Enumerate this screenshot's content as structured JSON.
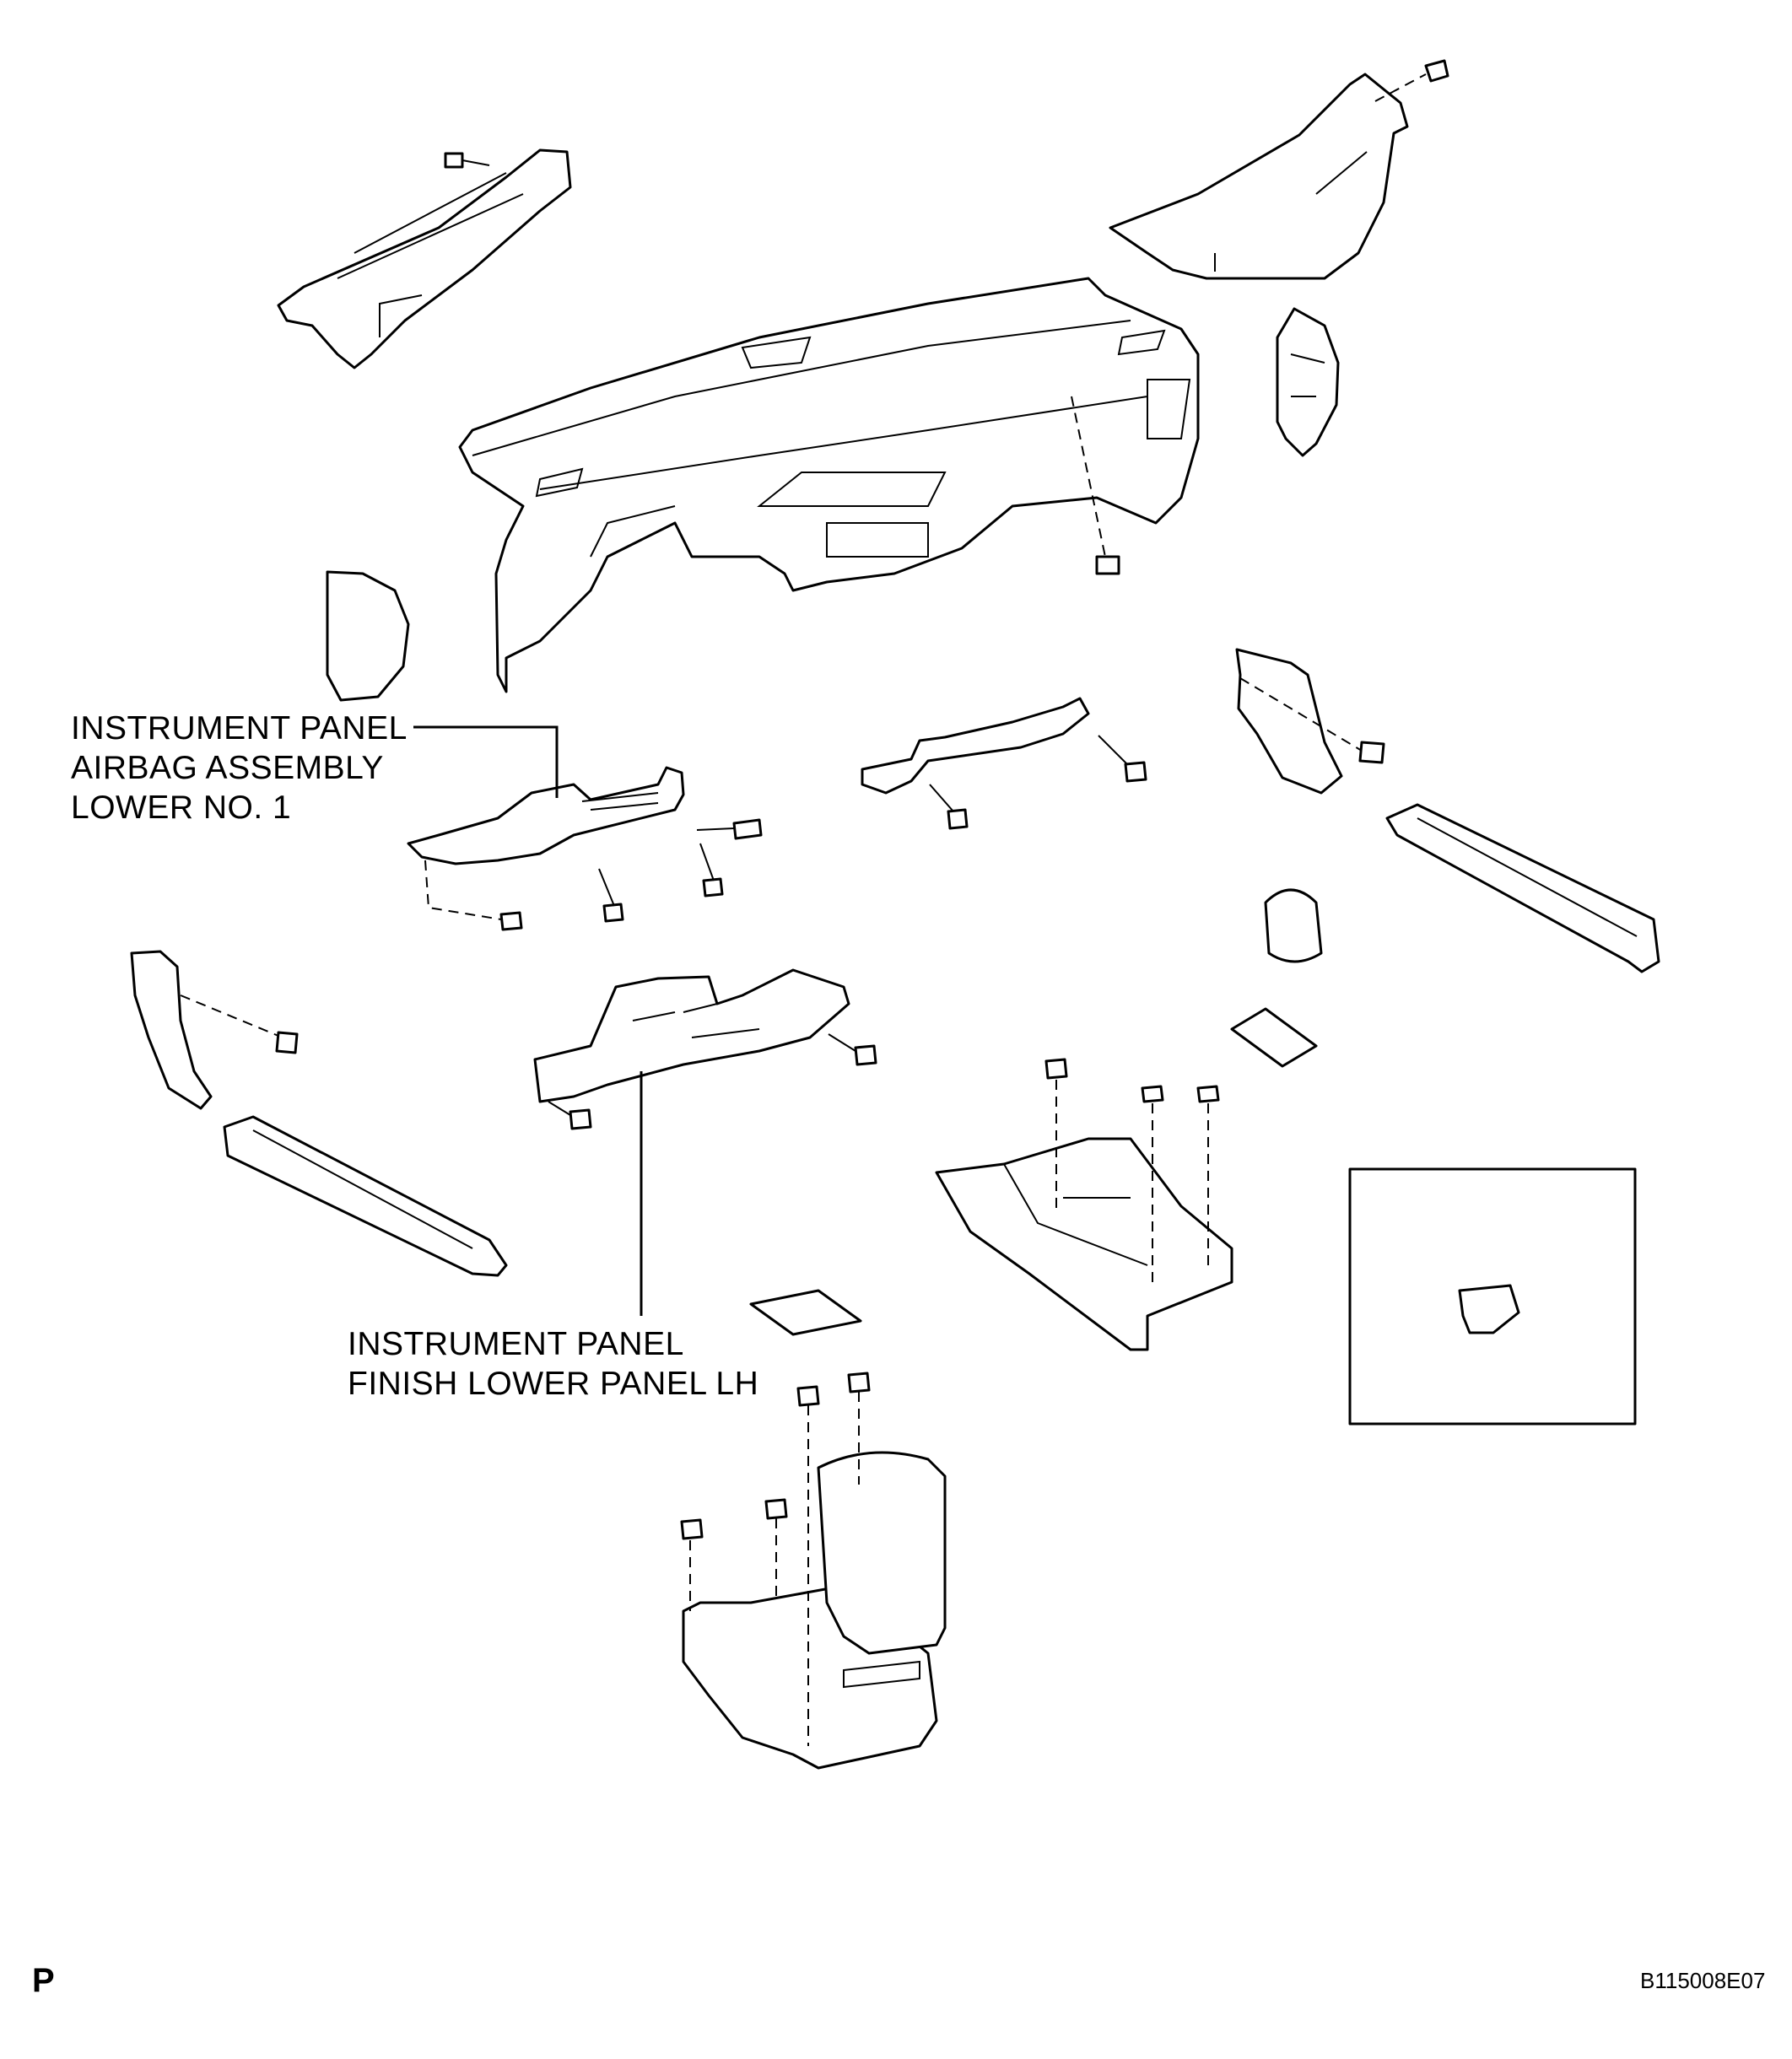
{
  "labels": {
    "airbag_lower": [
      "INSTRUMENT PANEL",
      "AIRBAG ASSEMBLY",
      "LOWER NO. 1"
    ],
    "finish_lower_lh": [
      "INSTRUMENT PANEL",
      "FINISH LOWER PANEL LH"
    ]
  },
  "page_letter": "P",
  "figure_code": "B115008E07"
}
